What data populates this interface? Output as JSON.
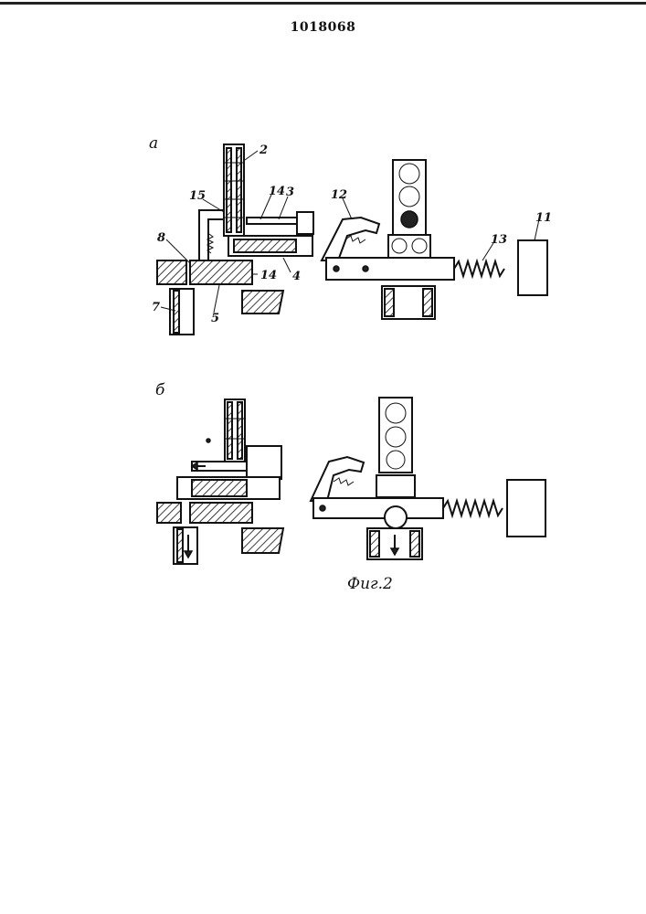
{
  "patent_number": "1018068",
  "figure_caption": "Фиг.2",
  "views": {
    "a": "а",
    "b": "б"
  },
  "labels": {
    "l2": "2",
    "l3": "3",
    "l4": "4",
    "l5": "5",
    "l7": "7",
    "l8": "8",
    "l11": "11",
    "l12": "12",
    "l13": "13",
    "l14a": "14",
    "l14b": "14",
    "l15": "15"
  }
}
